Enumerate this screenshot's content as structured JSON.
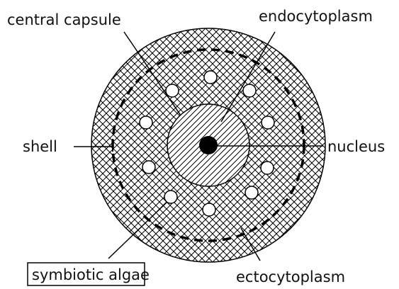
{
  "diagram": {
    "labels": {
      "central_capsule": "central capsule",
      "endocytoplasm": "endocytoplasm",
      "shell": "shell",
      "nucleus": "nucleus",
      "symbiotic_algae": "symbiotic algae",
      "ectocytoplasm": "ectocytoplasm"
    },
    "colors": {
      "stroke": "#000000",
      "fill": "#ffffff"
    }
  }
}
